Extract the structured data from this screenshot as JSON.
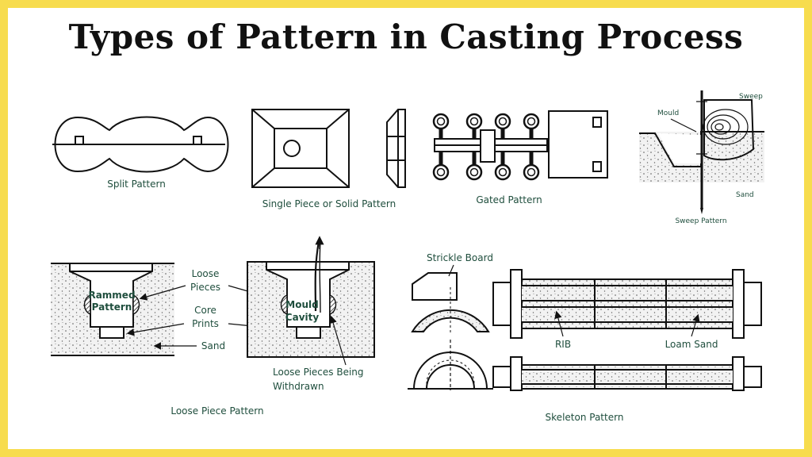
{
  "title": "Types of Pattern in Casting Process",
  "colors": {
    "border": "#f7dc4e",
    "label": "#1f4e3d",
    "line": "#111111"
  },
  "patterns": {
    "split": {
      "caption": "Split Pattern"
    },
    "single_piece": {
      "caption": "Single Piece or Solid Pattern"
    },
    "gated": {
      "caption": "Gated Pattern"
    },
    "sweep": {
      "caption": "Sweep Pattern",
      "labels": {
        "mould": "Mould",
        "sweep": "Sweep",
        "sand": "Sand"
      }
    },
    "loose_piece": {
      "caption": "Loose Piece Pattern",
      "labels": {
        "rammed_1": "Rammed",
        "rammed_2": "Pattern",
        "loose_1": "Loose",
        "loose_2": "Pieces",
        "core_1": "Core",
        "core_2": "Prints",
        "sand": "Sand",
        "cavity_1": "Mould",
        "cavity_2": "Cavity",
        "withdrawn_1": "Loose Pieces Being",
        "withdrawn_2": "Withdrawn"
      }
    },
    "skeleton": {
      "caption": "Skeleton Pattern",
      "labels": {
        "strickle": "Strickle Board",
        "rib": "RIB",
        "loam": "Loam Sand"
      }
    }
  }
}
